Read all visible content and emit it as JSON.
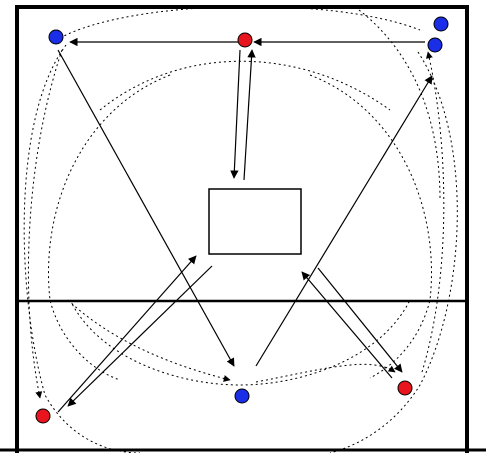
{
  "diagram": {
    "type": "drill-diagram",
    "colors": {
      "background": "#ffffff",
      "lines": "#000000",
      "player_red": "#e8141e",
      "player_blue": "#1a2ee8",
      "player_outline": "#000000"
    },
    "players": [
      {
        "id": "blue-top-left",
        "team": "blue"
      },
      {
        "id": "red-top-center",
        "team": "red"
      },
      {
        "id": "blue-top-right-1",
        "team": "blue"
      },
      {
        "id": "blue-top-right-2",
        "team": "blue"
      },
      {
        "id": "red-bottom-left",
        "team": "red"
      },
      {
        "id": "blue-bottom-center",
        "team": "blue"
      },
      {
        "id": "red-bottom-right",
        "team": "red"
      }
    ],
    "field_elements": [
      "outer-boundary",
      "midline",
      "center-box",
      "dotted-arc-left",
      "dotted-arc-right",
      "dotted-arc-top"
    ],
    "movements": [
      {
        "id": "pass-top-center-to-top-left",
        "style": "solid-arrow"
      },
      {
        "id": "pass-top-right-to-top-center",
        "style": "solid-arrow"
      },
      {
        "id": "pass-top-center-to-box",
        "style": "solid-arrow"
      },
      {
        "id": "pass-box-to-top-center",
        "style": "solid-arrow"
      },
      {
        "id": "run-top-left-to-bottom-center",
        "style": "solid-arrow"
      },
      {
        "id": "run-bottom-center-to-top-right",
        "style": "solid-arrow"
      },
      {
        "id": "pass-box-to-bottom-left",
        "style": "solid-arrow"
      },
      {
        "id": "pass-bottom-left-to-box",
        "style": "solid-arrow"
      },
      {
        "id": "pass-box-to-bottom-right",
        "style": "solid-arrow"
      },
      {
        "id": "pass-bottom-right-to-box",
        "style": "solid-arrow"
      },
      {
        "id": "dotted-top-left-to-bottom-left",
        "style": "dotted-arrow"
      },
      {
        "id": "dotted-bottom-left-to-bottom-center",
        "style": "dotted-arrow"
      },
      {
        "id": "dotted-bottom-center-to-bottom-right",
        "style": "dotted-arrow"
      },
      {
        "id": "dotted-bottom-right-to-top-right",
        "style": "dotted-arrow"
      }
    ]
  }
}
